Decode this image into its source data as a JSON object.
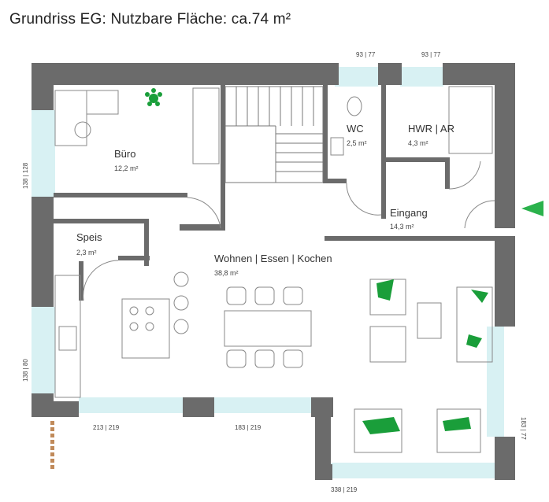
{
  "title": "Grundriss EG: Nutzbare Fläche: ca.74 m²",
  "rooms": {
    "buero": {
      "name": "Büro",
      "area": "12,2 m²"
    },
    "wc": {
      "name": "WC",
      "area": "2,5 m²"
    },
    "hwr": {
      "name": "HWR | AR",
      "area": "4,3 m²"
    },
    "eingang": {
      "name": "Eingang",
      "area": "14,3 m²"
    },
    "speis": {
      "name": "Speis",
      "area": "2,3 m²"
    },
    "wohnen": {
      "name": "Wohnen | Essen | Kochen",
      "area": "38,8 m²"
    }
  },
  "dimensions": {
    "top_wc_window": "93 | 77",
    "top_hwr_window": "93 | 77",
    "left_buero_window": "138 | 128",
    "left_kitchen_window": "138 | 80",
    "bottom_left_window": "213 | 219",
    "bottom_mid_window": "183 | 219",
    "bottom_right_window": "338 | 219",
    "right_window": "183 | 77"
  },
  "colors": {
    "wall": "#6b6b6b",
    "floor": "#ffffff",
    "window": "#d8f1f3",
    "accent_green": "#1a9e3a",
    "entrance_marker": "#2bb24c"
  }
}
